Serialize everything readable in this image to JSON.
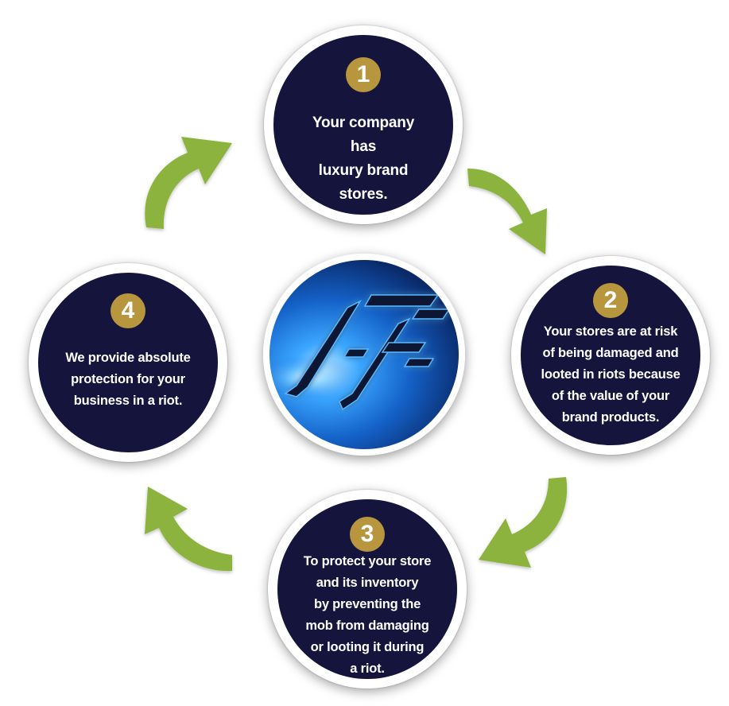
{
  "colors": {
    "circle_fill": "#14143c",
    "badge": "#b8963e",
    "arrow": "#8cb33d",
    "text": "#ffffff"
  },
  "center_logo": {
    "icon": "af-logo-icon"
  },
  "steps": [
    {
      "number": "1",
      "text": "Your company has\nluxury brand\nstores."
    },
    {
      "number": "2",
      "text": "Your stores are at risk\nof being damaged and\nlooted in riots because\nof the value of your\nbrand products."
    },
    {
      "number": "3",
      "text": "To protect your store\nand its inventory\nby preventing the\nmob from damaging\nor looting it during\na riot."
    },
    {
      "number": "4",
      "text": "We provide absolute\nprotection for your\nbusiness in a riot."
    }
  ]
}
